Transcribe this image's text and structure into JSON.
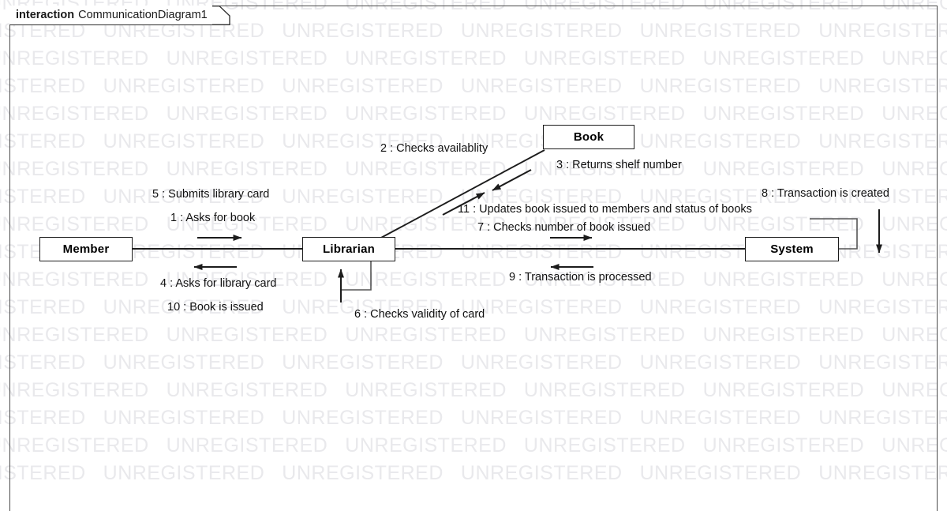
{
  "frame": {
    "tab_keyword": "interaction",
    "tab_name": "CommunicationDiagram1"
  },
  "watermark": {
    "text": "UNREGISTERED",
    "color": "#e9e9ec",
    "rows": 18,
    "repeats_per_row": 7
  },
  "nodes": [
    {
      "id": "member",
      "label": "Member"
    },
    {
      "id": "librarian",
      "label": "Librarian"
    },
    {
      "id": "book",
      "label": "Book"
    },
    {
      "id": "system",
      "label": "System"
    }
  ],
  "messages": [
    {
      "num": "1",
      "text": "1 : Asks for book",
      "from": "member",
      "to": "librarian"
    },
    {
      "num": "2",
      "text": "2 : Checks availablity",
      "from": "librarian",
      "to": "book"
    },
    {
      "num": "3",
      "text": "3 : Returns shelf number",
      "from": "book",
      "to": "librarian"
    },
    {
      "num": "4",
      "text": "4 : Asks for library card",
      "from": "librarian",
      "to": "member"
    },
    {
      "num": "5",
      "text": "5 : Submits library card",
      "from": "member",
      "to": "librarian"
    },
    {
      "num": "6",
      "text": "6 : Checks validity of card",
      "from": "librarian",
      "to": "librarian"
    },
    {
      "num": "7",
      "text": "7 : Checks number of book issued",
      "from": "librarian",
      "to": "system"
    },
    {
      "num": "8",
      "text": "8 : Transaction is created",
      "from": "system",
      "to": "system"
    },
    {
      "num": "9",
      "text": "9 : Transaction is processed",
      "from": "system",
      "to": "librarian"
    },
    {
      "num": "10",
      "text": "10 : Book is issued",
      "from": "librarian",
      "to": "member"
    },
    {
      "num": "11",
      "text": "11 : Updates book issued to members and status of books",
      "from": "librarian",
      "to": "system"
    }
  ],
  "colors": {
    "line": "#1c1c1c",
    "box_border": "#1c1c1c",
    "frame_border": "#4a4a4a",
    "text": "#111111",
    "background": "#ffffff"
  }
}
